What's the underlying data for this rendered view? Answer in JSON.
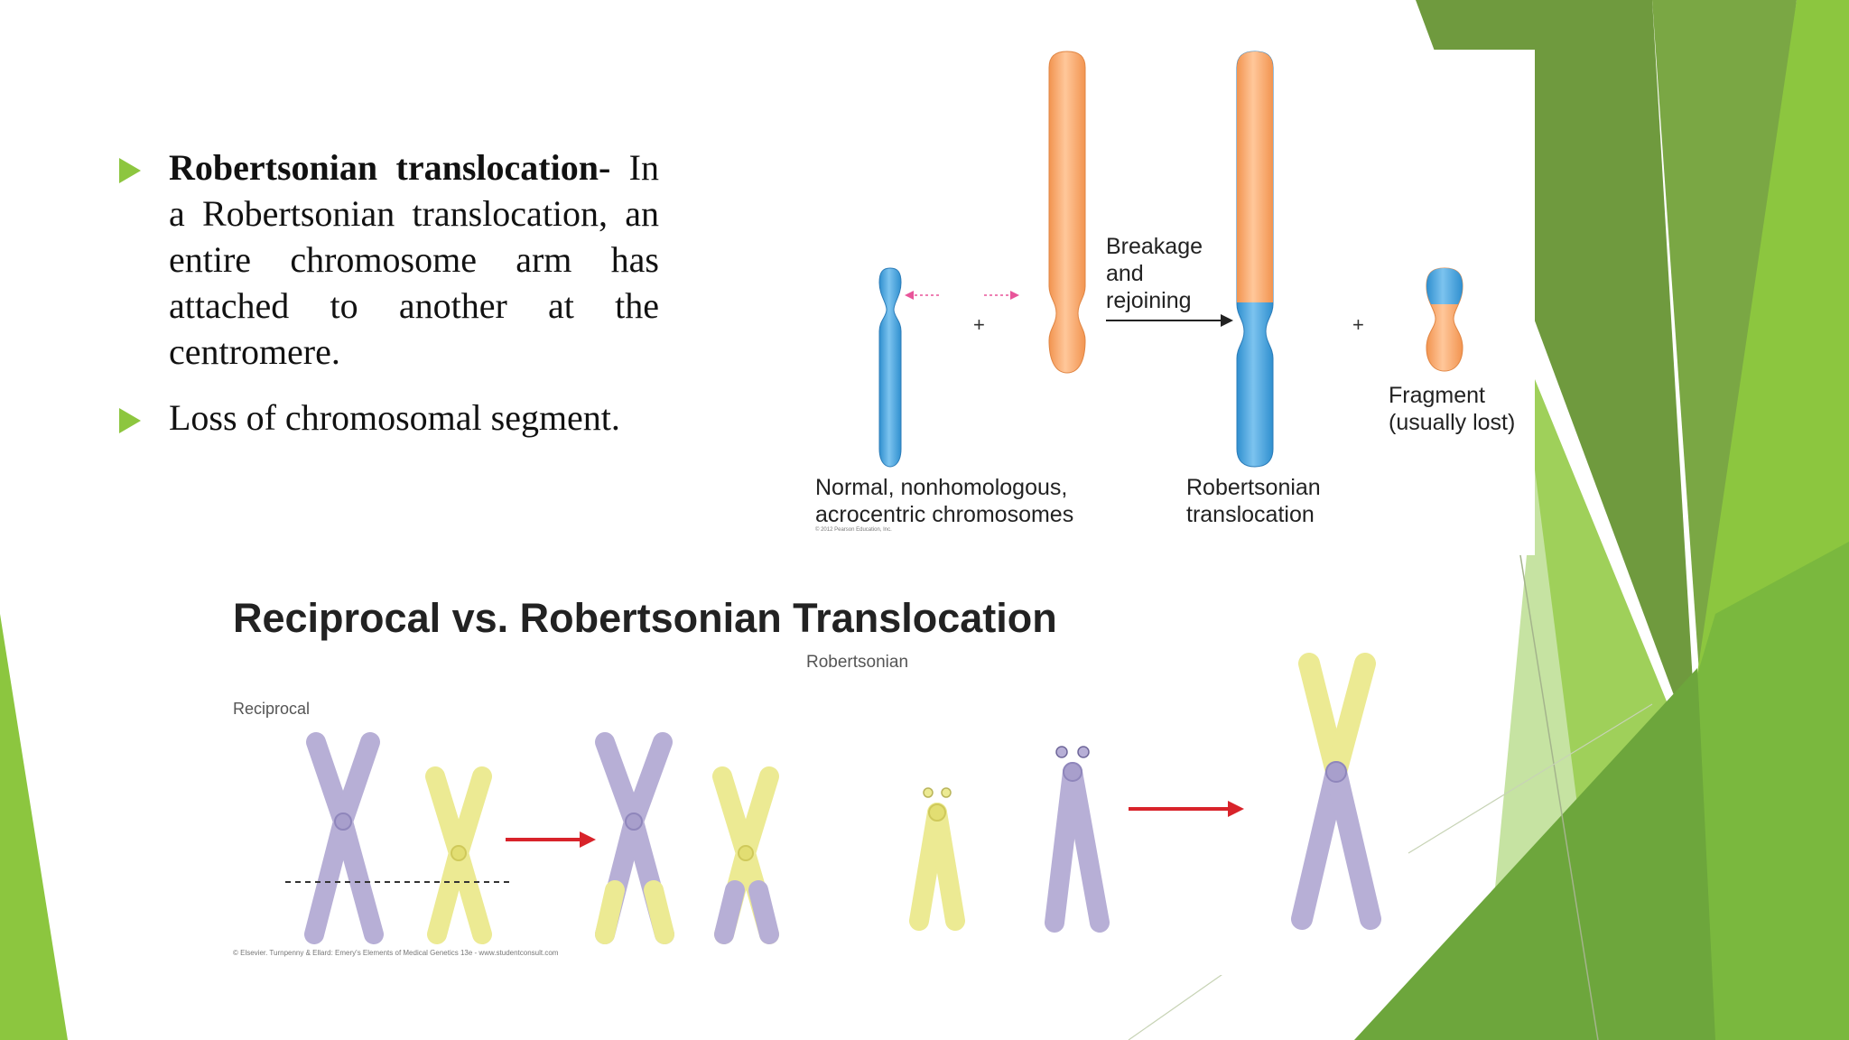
{
  "bullets": [
    {
      "title": "Robertsonian translocation-",
      "text": "In a Robertsonian translocation, an entire chromosome arm has attached to another at the centromere."
    },
    {
      "title": "",
      "text": "Loss of chromosomal segment."
    }
  ],
  "figure_top": {
    "label_breakage": [
      "Breakage",
      "and",
      "rejoining"
    ],
    "label_normal": [
      "Normal, nonhomologous,",
      "acrocentric chromosomes"
    ],
    "label_robertsonian": [
      "Robertsonian",
      "translocation"
    ],
    "label_fragment": [
      "Fragment",
      "(usually lost)"
    ],
    "plus_1": "+",
    "plus_2": "+",
    "credit": "© 2012 Pearson Education, Inc."
  },
  "figure_bottom": {
    "title": "Reciprocal vs. Robertsonian Translocation",
    "label_reciprocal": "Reciprocal",
    "label_robertsonian": "Robertsonian",
    "credit": "© Elsevier. Turnpenny & Ellard: Emery's Elements of Medical Genetics 13e - www.studentconsult.com"
  },
  "colors": {
    "accent_green": "#8dc63f",
    "dark_green": "#5a8f2b",
    "chromosome_blue": "#4aa6df",
    "chromosome_orange": "#f7a86a",
    "chromosome_purple": "#b7afd6",
    "chromosome_yellow": "#ecea93",
    "arrow_red": "#d8232a"
  }
}
